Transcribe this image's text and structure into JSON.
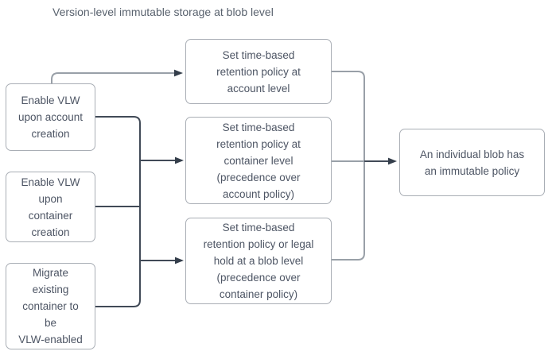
{
  "title": "Version-level immutable storage at blob level",
  "colors": {
    "background": "#ffffff",
    "box_border": "#a9aeb5",
    "box_fill": "#ffffff",
    "box_text": "#4d5564",
    "title_text": "#59626e",
    "connector_dark": "#414a57",
    "connector_gray": "#99a0a8",
    "arrowhead": "#343e4b"
  },
  "nodes": {
    "enable_vlw_account": {
      "label": "Enable VLW\nupon account\ncreation"
    },
    "enable_vlw_container": {
      "label": "Enable VLW\nupon\ncontainer\ncreation"
    },
    "migrate_existing": {
      "label": "Migrate\nexisting\ncontainer to\nbe\nVLW-enabled"
    },
    "retention_account": {
      "label": "Set time-based\nretention policy at\naccount level"
    },
    "retention_container": {
      "label": "Set time-based\nretention policy at\ncontainer level\n(precedence over\naccount policy)"
    },
    "retention_blob": {
      "label": "Set time-based\nretention policy or legal\nhold at a blob level\n(precedence over\ncontainer policy)"
    },
    "immutable_blob": {
      "label": "An individual blob has\nan immutable policy"
    }
  },
  "edges": [
    {
      "from": "enable_vlw_account",
      "to": "retention_account"
    },
    {
      "from": "enable_vlw_account",
      "to": "retention_container"
    },
    {
      "from": "enable_vlw_account",
      "to": "retention_blob"
    },
    {
      "from": "enable_vlw_container",
      "to": "retention_container"
    },
    {
      "from": "enable_vlw_container",
      "to": "retention_blob"
    },
    {
      "from": "migrate_existing",
      "to": "retention_container"
    },
    {
      "from": "migrate_existing",
      "to": "retention_blob"
    },
    {
      "from": "retention_account",
      "to": "immutable_blob"
    },
    {
      "from": "retention_container",
      "to": "immutable_blob"
    },
    {
      "from": "retention_blob",
      "to": "immutable_blob"
    }
  ]
}
